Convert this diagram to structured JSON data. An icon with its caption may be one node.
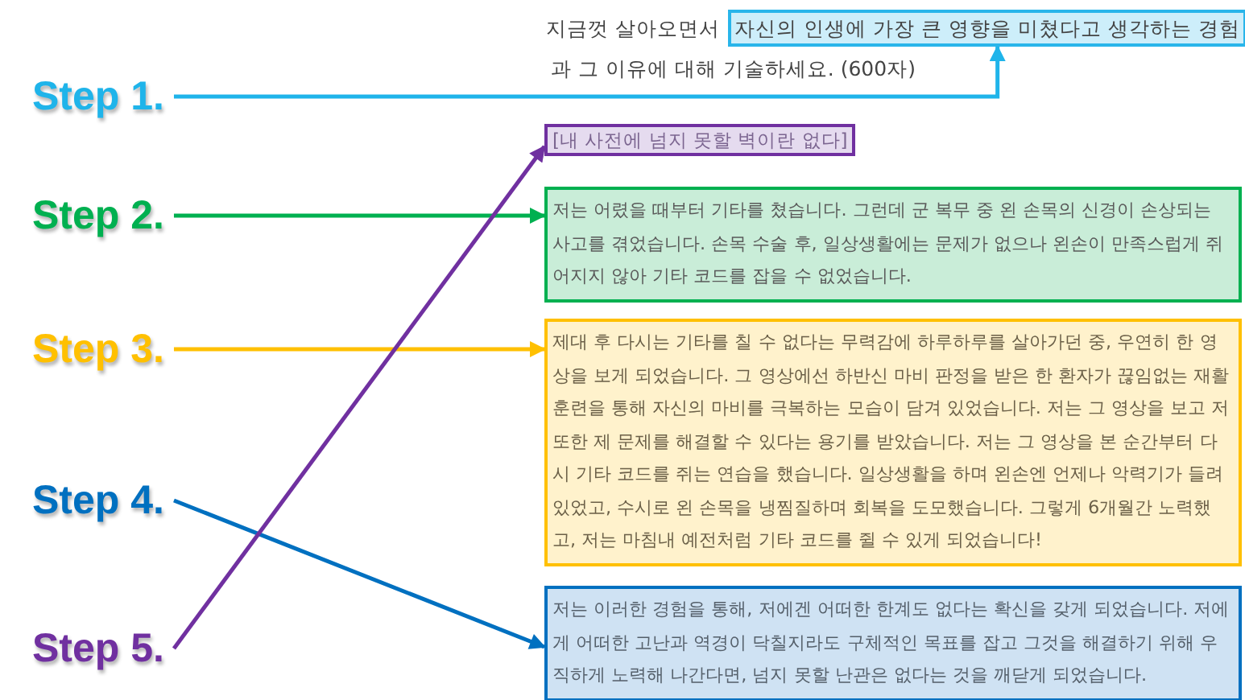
{
  "diagram": {
    "nodes": [
      {
        "text": [
          "Step 1."
        ]
      },
      {
        "text": [
          "Step 2."
        ]
      },
      {
        "text": [
          "Step 3."
        ]
      },
      {
        "text": [
          "Step 4."
        ]
      },
      {
        "text": [
          "Step 5."
        ]
      },
      {
        "text": [
          "자신의 인생에 가장 큰 영향을 미쳤다고 생각하는 경험"
        ]
      },
      {
        "text": [
          "[내 사전에 넘지 못할 벽이란 없다]"
        ]
      },
      {
        "text": [
          "저는 어렸을 때부터 기타를 쳤습니다. 그런데 군 복무 중 왼 손목의 신경이 손상되는 사고를 겪었습니다. 손목 수술 후, 일상생활에는 문제가 없으나 왼손이 만족스럽게 쥐어지지 않아 기타 코드를 잡을 수 없었습니다."
        ]
      },
      {
        "text": [
          "제대 후 다시는 기타를 칠 수 없다는 무력감에 하루하루를 살아가던 중, 우연히 한 영상을 보게 되었습니다. 그 영상에선 하반신 마비 판정을 받은 한 환자가 끊임없는 재활훈련을 통해 자신의 마비를 극복하는 모습이 담겨 있었습니다. 저는 그 영상을 보고 저 또한 제 문제를 해결할 수 있다는 용기를 받았습니다. 저는 그 영상을 본 순간부터 다시 기타 코드를 쥐는 연습을 했습니다. 일상생활을 하며 왼손엔 언제나 악력기가 들려있었고, 수시로 왼 손목을 냉찜질하며 회복을 도모했습니다. 그렇게 6개월간 노력했고, 저는 마침내 예전처럼 기타 코드를 쥘 수 있게 되었습니다!"
        ]
      },
      {
        "text": [
          "저는 이러한 경험을 통해, 저에겐 어떠한 한계도 없다는 확신을 갖게 되었습니다. 저에게 어떠한 고난과 역경이 닥칠지라도 구체적인 목표를 잡고 그것을 해결하기 위해 우직하게 노력해 나간다면, 넘지 못할 난관은 없다는 것을 깨닫게 되었습니다."
        ]
      }
    ],
    "edges": [
      {
        "from": 0,
        "to": 5,
        "arrow": "to",
        "color": "#1fb4ea"
      },
      {
        "from": 1,
        "to": 7,
        "arrow": "to",
        "color": "#00b050"
      },
      {
        "from": 2,
        "to": 8,
        "arrow": "to",
        "color": "#ffc000"
      },
      {
        "from": 3,
        "to": 9,
        "arrow": "to",
        "color": "#0070c0"
      },
      {
        "from": 4,
        "to": 6,
        "arrow": "to",
        "color": "#7030a0"
      }
    ],
    "labels": [
      "지금껏 살아오면서",
      "과 그 이유에 대해 기술하세요. (600자)"
    ]
  }
}
